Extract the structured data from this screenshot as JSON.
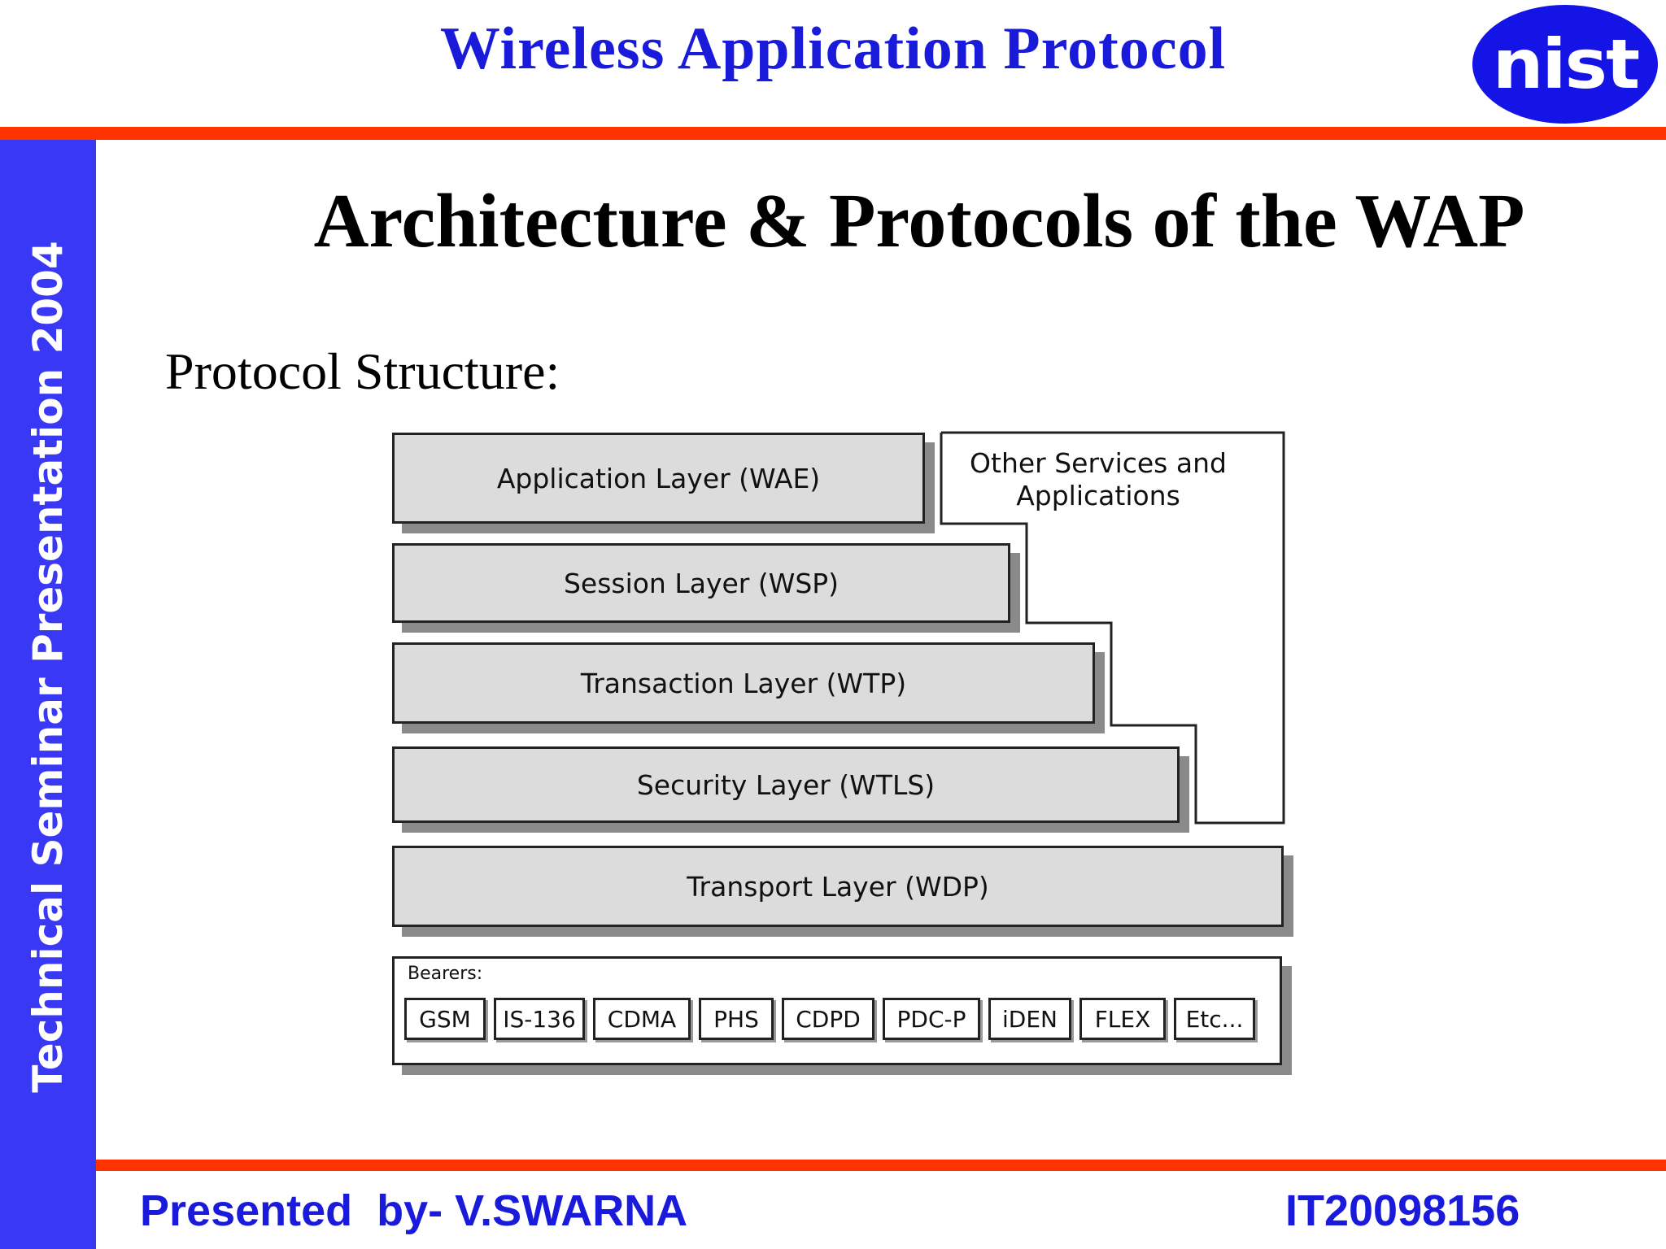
{
  "header": {
    "title": "Wireless Application Protocol",
    "logo_text": "nist"
  },
  "sidebar": {
    "text": "Technical Seminar Presentation 2004"
  },
  "slide": {
    "title": "Architecture & Protocols of the WAP",
    "section_label": "Protocol Structure:"
  },
  "diagram": {
    "layers": [
      {
        "label": "Application Layer (WAE)"
      },
      {
        "label": "Session Layer (WSP)"
      },
      {
        "label": "Transaction Layer (WTP)"
      },
      {
        "label": "Security Layer (WTLS)"
      },
      {
        "label": "Transport Layer (WDP)"
      }
    ],
    "other_services": {
      "line1": "Other Services and",
      "line2": "Applications"
    },
    "bearers": {
      "title": "Bearers:",
      "items": [
        "GSM",
        "IS-136",
        "CDMA",
        "PHS",
        "CDPD",
        "PDC-P",
        "iDEN",
        "FLEX",
        "Etc..."
      ]
    }
  },
  "footer": {
    "presenter": "Presented  by- V.SWARNA",
    "id": "IT20098156"
  },
  "colors": {
    "brand_blue": "#1a1adb",
    "sidebar_blue": "#3838f5",
    "rule_red": "#ff3300",
    "layer_fill": "#dcdcdc"
  }
}
